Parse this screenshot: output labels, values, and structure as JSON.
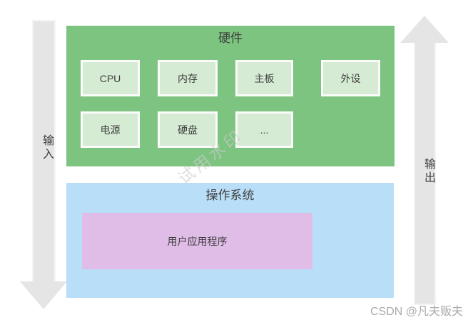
{
  "diagram": {
    "hardware": {
      "title": "硬件",
      "bg_color": "#7cc47f",
      "item_bg_color": "#d5ebd3",
      "items_row1": [
        "CPU",
        "内存",
        "主板",
        "外设"
      ],
      "items_row2": [
        "电源",
        "硬盘",
        "..."
      ]
    },
    "os": {
      "title": "操作系统",
      "bg_color": "#b9dff8",
      "app_box": {
        "label": "用户应用程序",
        "bg_color": "#dfbde7"
      }
    },
    "arrows": {
      "left": {
        "label": "输入",
        "direction": "down",
        "color": "#e5e5e5"
      },
      "right": {
        "label": "输出",
        "direction": "up",
        "color": "#e5e5e5"
      }
    },
    "watermarks": {
      "trial": "试用水印",
      "credit": "CSDN @凡夫贩夫"
    }
  }
}
